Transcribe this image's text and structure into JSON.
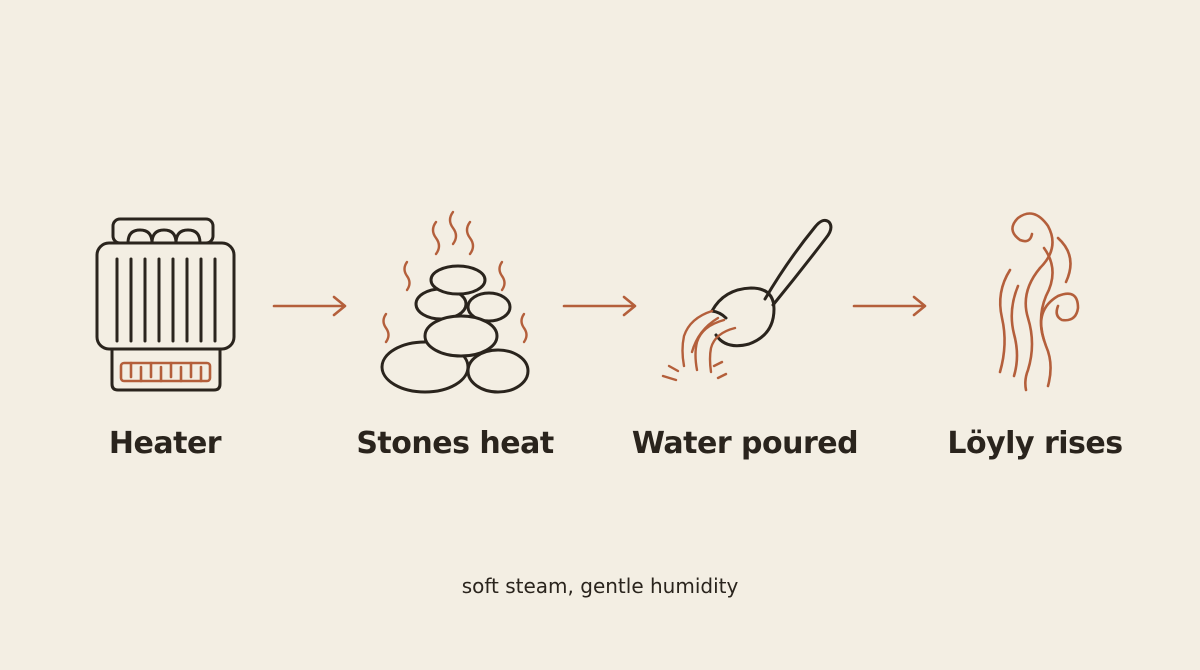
{
  "colors": {
    "background": "#f3eee3",
    "outline": "#2a241d",
    "accent": "#b45f3b"
  },
  "steps": [
    {
      "label": "Heater",
      "icon": "sauna-heater-icon"
    },
    {
      "label": "Stones heat",
      "icon": "hot-stones-icon"
    },
    {
      "label": "Water poured",
      "icon": "water-ladle-icon"
    },
    {
      "label": "Löyly rises",
      "icon": "steam-icon"
    }
  ],
  "connectors": [
    "arrow-right-icon",
    "arrow-right-icon",
    "arrow-right-icon"
  ],
  "caption": "soft steam, gentle humidity"
}
